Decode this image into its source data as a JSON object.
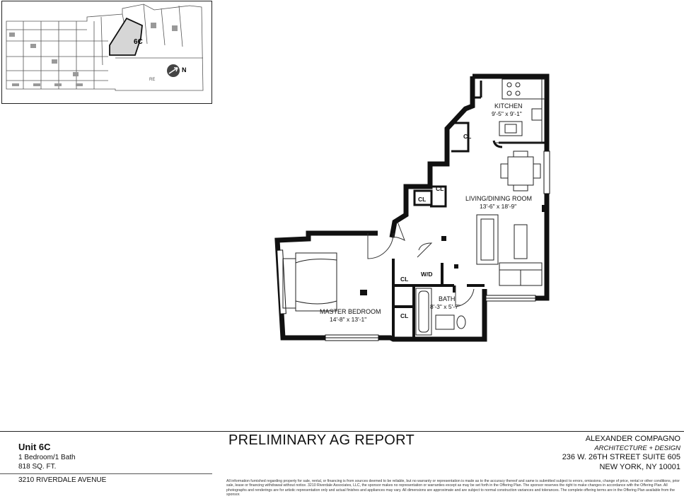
{
  "keyplan": {
    "unit_label": "6C",
    "north_label": "N",
    "room_label": "RE"
  },
  "plan": {
    "rooms": {
      "kitchen": {
        "name": "KITCHEN",
        "dims": "9'-5\" x 9'-1\""
      },
      "living": {
        "name": "LIVING/DINING ROOM",
        "dims": "13'-6\" x 18'-9\""
      },
      "master": {
        "name": "MASTER BEDROOM",
        "dims": "14'-8\" x 13'-1\""
      },
      "bath": {
        "name": "BATH",
        "dims": "8'-3\" x 5'-7\""
      }
    },
    "closets": [
      "CL",
      "CL",
      "CL",
      "CL",
      "CL"
    ],
    "washer_dryer": "W/D"
  },
  "footer": {
    "unit_title": "Unit 6C",
    "beds_baths": "1 Bedroom/1 Bath",
    "sqft": "818 SQ. FT.",
    "address": "3210 RIVERDALE AVENUE",
    "report_title": "PRELIMINARY AG REPORT",
    "firm_name": "ALEXANDER COMPAGNO",
    "firm_sub": "ARCHITECTURE + DESIGN",
    "firm_addr1": "236 W. 26TH STREET SUITE 605",
    "firm_addr2": "NEW YORK, NY 10001",
    "disclaimer": "All information furnished regarding property for sale, rental, or financing is from sources deemed to be reliable, but no warranty or representation is made as to the accuracy thereof and same is submitted subject to errors, omissions, change of price, rental or other conditions, prior sale, lease or financing withdrawal without notice. 3210 Riverdale Associates, LLC, the sponsor makes no representation or warranties except as may be set forth in the Offering Plan. The sponsor reserves the right to make changes in accordance with the Offering Plan. All photographs and renderings are for artistic representation only and actual finishes and appliances may vary. All dimensions are approximate and are subject to normal construction variances and tolerances. The complete offering terms are in the Offering Plan available from the sponsor."
  }
}
